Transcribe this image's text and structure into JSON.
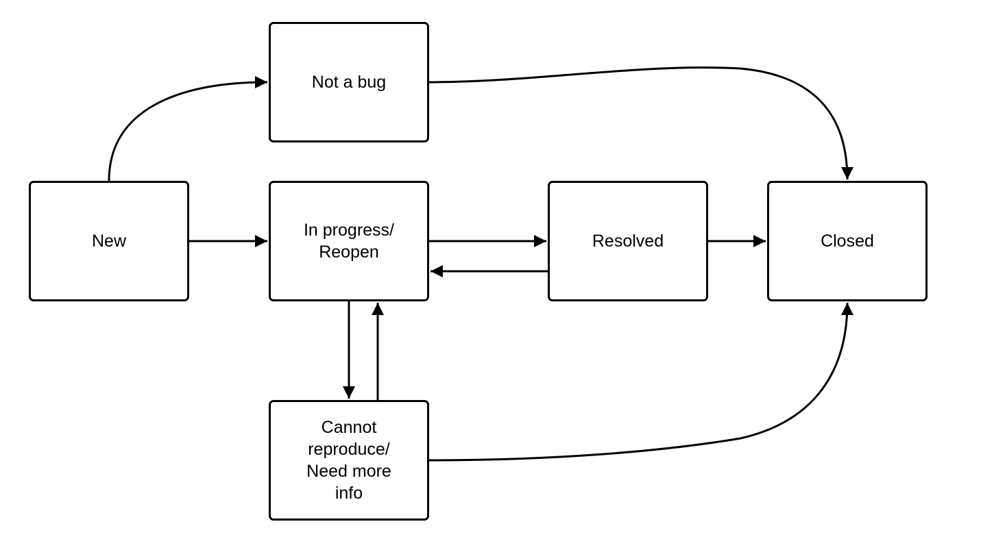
{
  "diagram": {
    "stroke_color": "#000000",
    "background": "#ffffff",
    "nodes": {
      "not_a_bug": "Not a bug",
      "new": "New",
      "in_progress": "In progress/\nReopen",
      "resolved": "Resolved",
      "closed": "Closed",
      "cannot_reproduce": "Cannot\nreproduce/\nNeed more\ninfo"
    },
    "edges": [
      {
        "from": "New",
        "to": "Not a bug"
      },
      {
        "from": "Not a bug",
        "to": "Closed"
      },
      {
        "from": "New",
        "to": "In progress/ Reopen"
      },
      {
        "from": "In progress/ Reopen",
        "to": "Resolved"
      },
      {
        "from": "Resolved",
        "to": "In progress/ Reopen"
      },
      {
        "from": "Resolved",
        "to": "Closed"
      },
      {
        "from": "In progress/ Reopen",
        "to": "Cannot reproduce/ Need more info"
      },
      {
        "from": "Cannot reproduce/ Need more info",
        "to": "In progress/ Reopen"
      },
      {
        "from": "Cannot reproduce/ Need more info",
        "to": "Closed"
      }
    ]
  }
}
